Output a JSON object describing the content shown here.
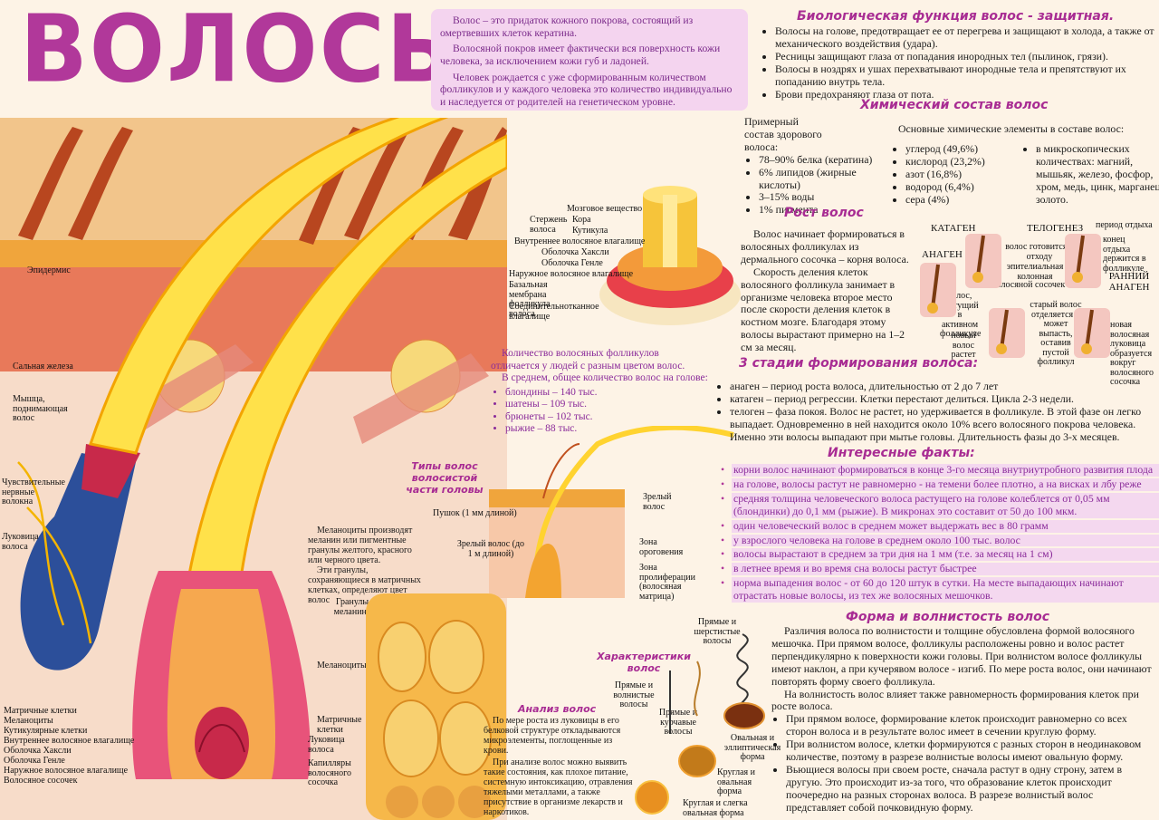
{
  "title": "ВОЛОСЫ",
  "intro": {
    "p1": "Волос – это придаток кожного покрова, состоящий из омертвевших клеток кератина.",
    "p2": "Волосяной покров имеет фактически вся поверхность кожи человека, за исключением кожи губ и ладоней.",
    "p3": "Человек рождается с уже сформированным количеством фолликулов и у каждого человека это количество индивидуально и наследуется от родителей на генетическом уровне."
  },
  "bio": {
    "heading": "Биологическая функция волос - защитная.",
    "items": [
      "Волосы на голове, предотвращает ее от перегрева и защищают в холода, а также от механического воздействия (удара).",
      "Ресницы защищают глаза от попадания инородных тел (пылинок, грязи).",
      "Волосы в ноздрях и ушах перехватывают инородные тела и препятствуют их попаданию внутрь тела.",
      "Брови предохраняют глаза от пота."
    ]
  },
  "chem": {
    "heading": "Химический состав волос",
    "left_title": "Примерный состав здорового волоса:",
    "left_items": [
      "78–90% белка (кератина)",
      "6% липидов (жирные кислоты)",
      "3–15% воды",
      "1% пигмента"
    ],
    "right_title": "Основные химические элементы в составе волос:",
    "mid_items": [
      "углерод (49,6%)",
      "кислород (23,2%)",
      "азот (16,8%)",
      "водород (6,4%)",
      "сера (4%)"
    ],
    "micro": "в микроскопических количествах: магний, мышьяк, железо, фосфор, хром, медь, цинк, марганец, золото."
  },
  "growth": {
    "heading": "Рост волос",
    "p1": "Волос начинает формироваться в волосяных фолликулах из дермального сосочка – корня волоса.",
    "p2": "Скорость деления клеток волосяного фолликула занимает в организме человека второе место после скорости деления клеток в костном мозге. Благодаря этому волосы вырастают примерно на 1–2 см за месяц."
  },
  "cycle": {
    "katagen": "КАТАГЕН",
    "telogenez": "ТЕЛОГЕНЕЗ",
    "anagen": "АНАГЕН",
    "early_anagen": "РАННИЙ АНАГЕН",
    "rest": "период отдыха",
    "end_rest": "конец отдыха держится в фолликуле",
    "prep": "волос готовится к отходу",
    "epithelial": "эпителиальная колонная",
    "papilla": "волосяной сосочек",
    "growing": "волос, растущий в активном фолликуле",
    "old_hair": "старый волос отделяется и может выпасть, оставив пустой фолликул",
    "new_grows": "новый волос растет",
    "new_forms": "новая волосяная луковица образуется вокруг волосяного сосочка"
  },
  "stages": {
    "heading": "3 стадии формирования волоса:",
    "items": [
      "анаген – период роста волоса, длительностью от 2 до 7 лет",
      "катаген – период регрессии. Клетки перестают делиться. Цикла 2-3 недели.",
      "телоген – фаза покоя. Волос не растет, но удерживается в фолликуле. В этой фазе он легко выпадает. Одновременно в ней находится около 10% всего волосяного покрова человека. Именно эти волосы выпадают при мытье головы. Длительность фазы до 3-х месяцев."
    ]
  },
  "facts": {
    "heading": "Интересные факты:",
    "items": [
      "корни волос начинают формироваться в конце 3-го месяца внутриутробного развития плода",
      "на голове, волосы растут не равномерно - на темени более плотно, а на висках и лбу реже",
      "средняя толщина человеческого волоса растущего на голове колеблется от 0,05 мм (блондинки) до 0,1 мм (рыжие). В микронах это составит от 50 до 100 мкм.",
      "один человеческий волос в среднем может выдержать вес в 80 грамм",
      "у взрослого человека на голове в среднем около 100 тыс. волос",
      "волосы вырастают в среднем за три дня на 1 мм (т.е. за месяц на 1 см)",
      "в летнее время и во время сна волосы растут быстрее",
      "норма выпадения волос - от 60 до 120 штук в сутки. На месте выпадающих начинают отрастать новые волосы, из тех же волосяных мешочков."
    ]
  },
  "form": {
    "heading": "Форма и волнистость волос",
    "p1": "Различия волоса по волнистости и толщине обусловлена формой волосяного мешочка. При прямом волосе, фолликулы расположены ровно и волос растет перпендикулярно к поверхности кожи головы. При волнистом волосе фолликулы имеют наклон, а при кучерявом волосе - изгиб. По мере роста волос, они начинают повторять форму своего фолликула.",
    "p2": "На волнистость волос влияет также равномерность формирования клеток при росте волоса.",
    "items": [
      "При прямом волосе, формирование клеток происходит равномерно со всех сторон волоса и в результате волос имеет в сечении круглую форму.",
      "При волнистом волосе, клетки формируются с разных сторон в неодинаковом количестве, поэтому в разрезе волнистые волосы имеют овальную форму.",
      "Вьющиеся волосы при своем росте, сначала растут в одну строну, затем в другую. Это происходит из-за того, что образование клеток происходит поочередно на разных сторонах волоса. В разрезе волнистый волос представляет собой почковидную форму."
    ]
  },
  "count": {
    "p1": "Количество волосяных фолликулов отличается у людей с разным цветом волос.",
    "p2": "В среднем, общее количество волос на голове:",
    "items": [
      "блондины – 140 тыс.",
      "шатены – 109 тыс.",
      "брюнеты – 102 тыс.",
      "рыжие – 88 тыс."
    ]
  },
  "types": {
    "heading": "Типы волос волосистой части головы",
    "fluff": "Пушок (1 мм длиной)",
    "mature_top": "Зрелый волос",
    "mature_small": "Зрелый волос (до 1 м длиной)",
    "keratin_zone": "Зона ороговения",
    "prolif_zone": "Зона пролиферации (волосяная матрица)"
  },
  "melanin": {
    "p1": "Меланоциты производят меланин или пигментные гранулы желтого, красного или черного цвета.",
    "p2": "Эти гранулы, сохраняющиеся в матричных клетках, определяют цвет волос",
    "granules": "Гранулы меланина",
    "melanocytes": "Меланоциты",
    "matrix": "Матричные клетки",
    "bulb": "Луковица волоса",
    "capillaries": "Капилляры волосяного сосочка"
  },
  "analysis": {
    "heading": "Анализ волос",
    "p1": "По мере роста из луковицы в его белковой структуре откладываются микроэлементы, поглощенные из крови.",
    "p2": "При анализе волос можно выявить такие состояния, как плохое питание, системную интоксикацию, отравления тяжелыми металлами, а также присутствие в организме лекарств и наркотиков."
  },
  "character": {
    "heading": "Характеристики волос",
    "straight": "Прямые и волнистые волосы",
    "straight_curly": "Прямые и курчавые волосы",
    "wool": "Прямые и шерстистые волосы",
    "oval_ellipt": "Овальная и эллиптическая форма",
    "round_oval": "Круглая и овальная форма",
    "round_slight": "Круглая и слегка овальная форма"
  },
  "structure": {
    "medulla": "Мозговое вещество",
    "shaft": "Стержень волоса",
    "cortex": "Кора",
    "cuticle": "Кутикула",
    "inner_sheath": "Внутреннее волосяное влагалище",
    "huxley": "Оболочка Хаксли",
    "henle": "Оболочка Генле",
    "outer_sheath": "Наружное волосяное влагалище",
    "basal": "Базальная мембрана фолликула волоса",
    "connective": "Соединительнотканное влагалище"
  },
  "left_labels": {
    "epidermis": "Эпидермис",
    "sebaceous": "Сальная железа",
    "muscle": "Мышца, поднимающая волос",
    "nerves": "Чувствительные нервные волокна",
    "bulb": "Луковица волоса",
    "matrix_cells": "Матричные клетки",
    "melanocytes": "Меланоциты",
    "cuticle_cells": "Кутикулярные клетки",
    "inner_sheath": "Внутреннее волосяное влагалище",
    "huxley": "Оболочка Хаксли",
    "henle": "Оболочка Генле",
    "outer_sheath": "Наружное волосяное влагалище",
    "papilla": "Волосяное сосочек"
  }
}
